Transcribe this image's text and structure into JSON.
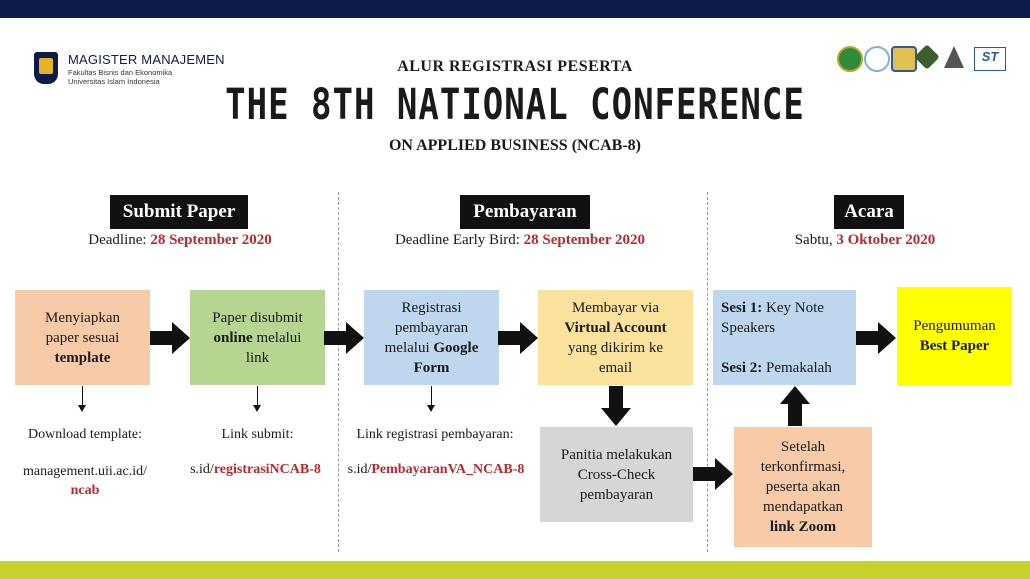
{
  "header": {
    "logo_title": "MAGISTER MANAJEMEN",
    "logo_sub1": "Fakultas Bisnis dan Ekonomika",
    "logo_sub2": "Universitas Islam Indonesia",
    "subtitle_top": "ALUR REGISTRASI PESERTA",
    "main_title": "THE 8TH NATIONAL CONFERENCE",
    "subtitle_bottom": "ON APPLIED BUSINESS (NCAB-8)"
  },
  "colors": {
    "navy": "#0d1b4a",
    "accent_bar": "#c5d22a",
    "deadline_red": "#c0272d",
    "peach": "#f7cba8",
    "green": "#b5d591",
    "blue": "#bfd7ee",
    "yellow": "#fbe29d",
    "gray": "#d6d6d6",
    "bright_yellow": "#ffff00"
  },
  "sections": {
    "submit": {
      "title": "Submit Paper",
      "deadline_label": "Deadline: ",
      "deadline_date": "28 September 2020"
    },
    "payment": {
      "title": "Pembayaran",
      "deadline_label": "Deadline Early Bird: ",
      "deadline_date": "28 September 2020"
    },
    "event": {
      "title": "Acara",
      "deadline_label": "Sabtu, ",
      "deadline_date": "3 Oktober 2020"
    }
  },
  "boxes": {
    "prepare": {
      "line1": "Menyiapkan",
      "line2": "paper sesuai",
      "bold": "template"
    },
    "submit": {
      "line1": "Paper disubmit",
      "bold": "online",
      "line2_rest": " melalui",
      "line3": "link"
    },
    "register": {
      "line1": "Registrasi",
      "line2": "pembayaran",
      "line3_pre": "melalui ",
      "bold1": "Google",
      "bold2": "Form"
    },
    "pay": {
      "line1": "Membayar via",
      "bold": "Virtual Account",
      "line3": "yang dikirim ke",
      "line4": "email"
    },
    "check": {
      "line1": "Panitia melakukan",
      "line2": "Cross-Check",
      "line3": "pembayaran"
    },
    "confirm": {
      "line1": "Setelah",
      "line2": "terkonfirmasi,",
      "line3": "peserta akan",
      "line4": "mendapatkan",
      "bold": "link Zoom"
    },
    "sessions": {
      "s1_bold": "Sesi 1:",
      "s1_rest": " Key Note",
      "s1_line2": "Speakers",
      "s2_bold": "Sesi 2:",
      "s2_rest": " Pemakalah"
    },
    "announce": {
      "line1": "Pengumuman",
      "bold": "Best Paper"
    }
  },
  "notes": {
    "download": {
      "label": "Download template:",
      "link_pre": "management.uii.ac.id/",
      "link_red": "ncab"
    },
    "submit_link": {
      "label": "Link submit:",
      "link_pre": "s.id/",
      "link_red": "registrasiNCAB-8"
    },
    "pay_link": {
      "label": "Link registrasi pembayaran:",
      "link_pre": "s.id/",
      "link_red": "PembayaranVA_NCAB-8"
    }
  },
  "icons": [
    "uii-shield-icon",
    "partner-logo-1",
    "partner-logo-2",
    "partner-logo-3",
    "partner-logo-4",
    "partner-logo-5",
    "stie-logo"
  ]
}
